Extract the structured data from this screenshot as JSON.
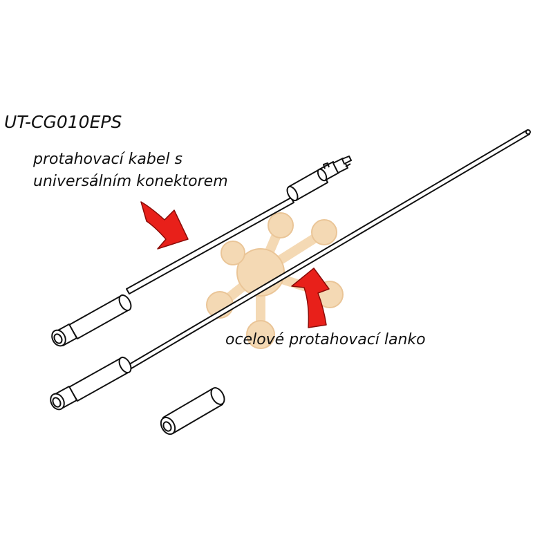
{
  "model_code": "UT-CG010EPS",
  "labels": {
    "cable_line1": "protahovací kabel s",
    "cable_line2": "universálním konektorem",
    "steel_wire": "ocelové protahovací lanko"
  },
  "colors": {
    "arrow_fill": "#e8201a",
    "arrow_stroke": "#8a0c08",
    "watermark": "#f3d3a8",
    "watermark_stroke": "#e7bc86",
    "outline": "#111111",
    "background": "#ffffff"
  },
  "icons": {
    "watermark": "network-hub-logo",
    "arrows": "curved-arrow"
  }
}
